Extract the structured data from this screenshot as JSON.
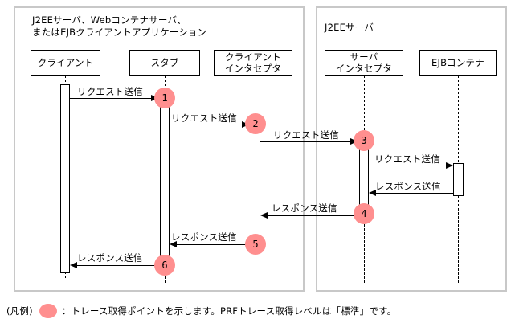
{
  "diagram": {
    "type": "uml-sequence-diagram",
    "colors": {
      "trace_point": "#FF8F8F",
      "panel_border": "#C8C8C8",
      "line": "#000000",
      "background": "#FFFFFF"
    },
    "panels": [
      {
        "id": "client-side",
        "title": "J2EEサーバ、Webコンテナサーバ、\nまたはEJBクライアントアプリケーション"
      },
      {
        "id": "server-side",
        "title": "J2EEサーバ"
      }
    ],
    "participants": [
      {
        "id": "client",
        "label": "クライアント"
      },
      {
        "id": "stub",
        "label": "スタブ"
      },
      {
        "id": "client-interceptor",
        "label": "クライアント\nインタセプタ"
      },
      {
        "id": "server-interceptor",
        "label": "サーバ\nインタセプタ"
      },
      {
        "id": "ejb-container",
        "label": "EJBコンテナ"
      }
    ],
    "messages": [
      {
        "id": "m1",
        "label": "リクエスト送信",
        "from": "client",
        "to": "stub",
        "direction": "right"
      },
      {
        "id": "m2",
        "label": "リクエスト送信",
        "from": "stub",
        "to": "client-interceptor",
        "direction": "right"
      },
      {
        "id": "m3",
        "label": "リクエスト送信",
        "from": "client-interceptor",
        "to": "server-interceptor",
        "direction": "right"
      },
      {
        "id": "m4",
        "label": "リクエスト送信",
        "from": "server-interceptor",
        "to": "ejb-container",
        "direction": "right"
      },
      {
        "id": "m5",
        "label": "レスポンス送信",
        "from": "ejb-container",
        "to": "server-interceptor",
        "direction": "left"
      },
      {
        "id": "m6",
        "label": "レスポンス送信",
        "from": "server-interceptor",
        "to": "client-interceptor",
        "direction": "left"
      },
      {
        "id": "m7",
        "label": "レスポンス送信",
        "from": "client-interceptor",
        "to": "stub",
        "direction": "left"
      },
      {
        "id": "m8",
        "label": "レスポンス送信",
        "from": "stub",
        "to": "client",
        "direction": "left"
      }
    ],
    "trace_points": [
      {
        "id": "tp1",
        "number": "1",
        "on": "stub"
      },
      {
        "id": "tp2",
        "number": "2",
        "on": "client-interceptor"
      },
      {
        "id": "tp3",
        "number": "3",
        "on": "server-interceptor"
      },
      {
        "id": "tp4",
        "number": "4",
        "on": "server-interceptor"
      },
      {
        "id": "tp5",
        "number": "5",
        "on": "client-interceptor"
      },
      {
        "id": "tp6",
        "number": "6",
        "on": "stub"
      }
    ],
    "legend": {
      "prefix": "(凡例)",
      "text": "：トレース取得ポイントを示します。PRFトレース取得レベルは「標準」です。"
    }
  }
}
